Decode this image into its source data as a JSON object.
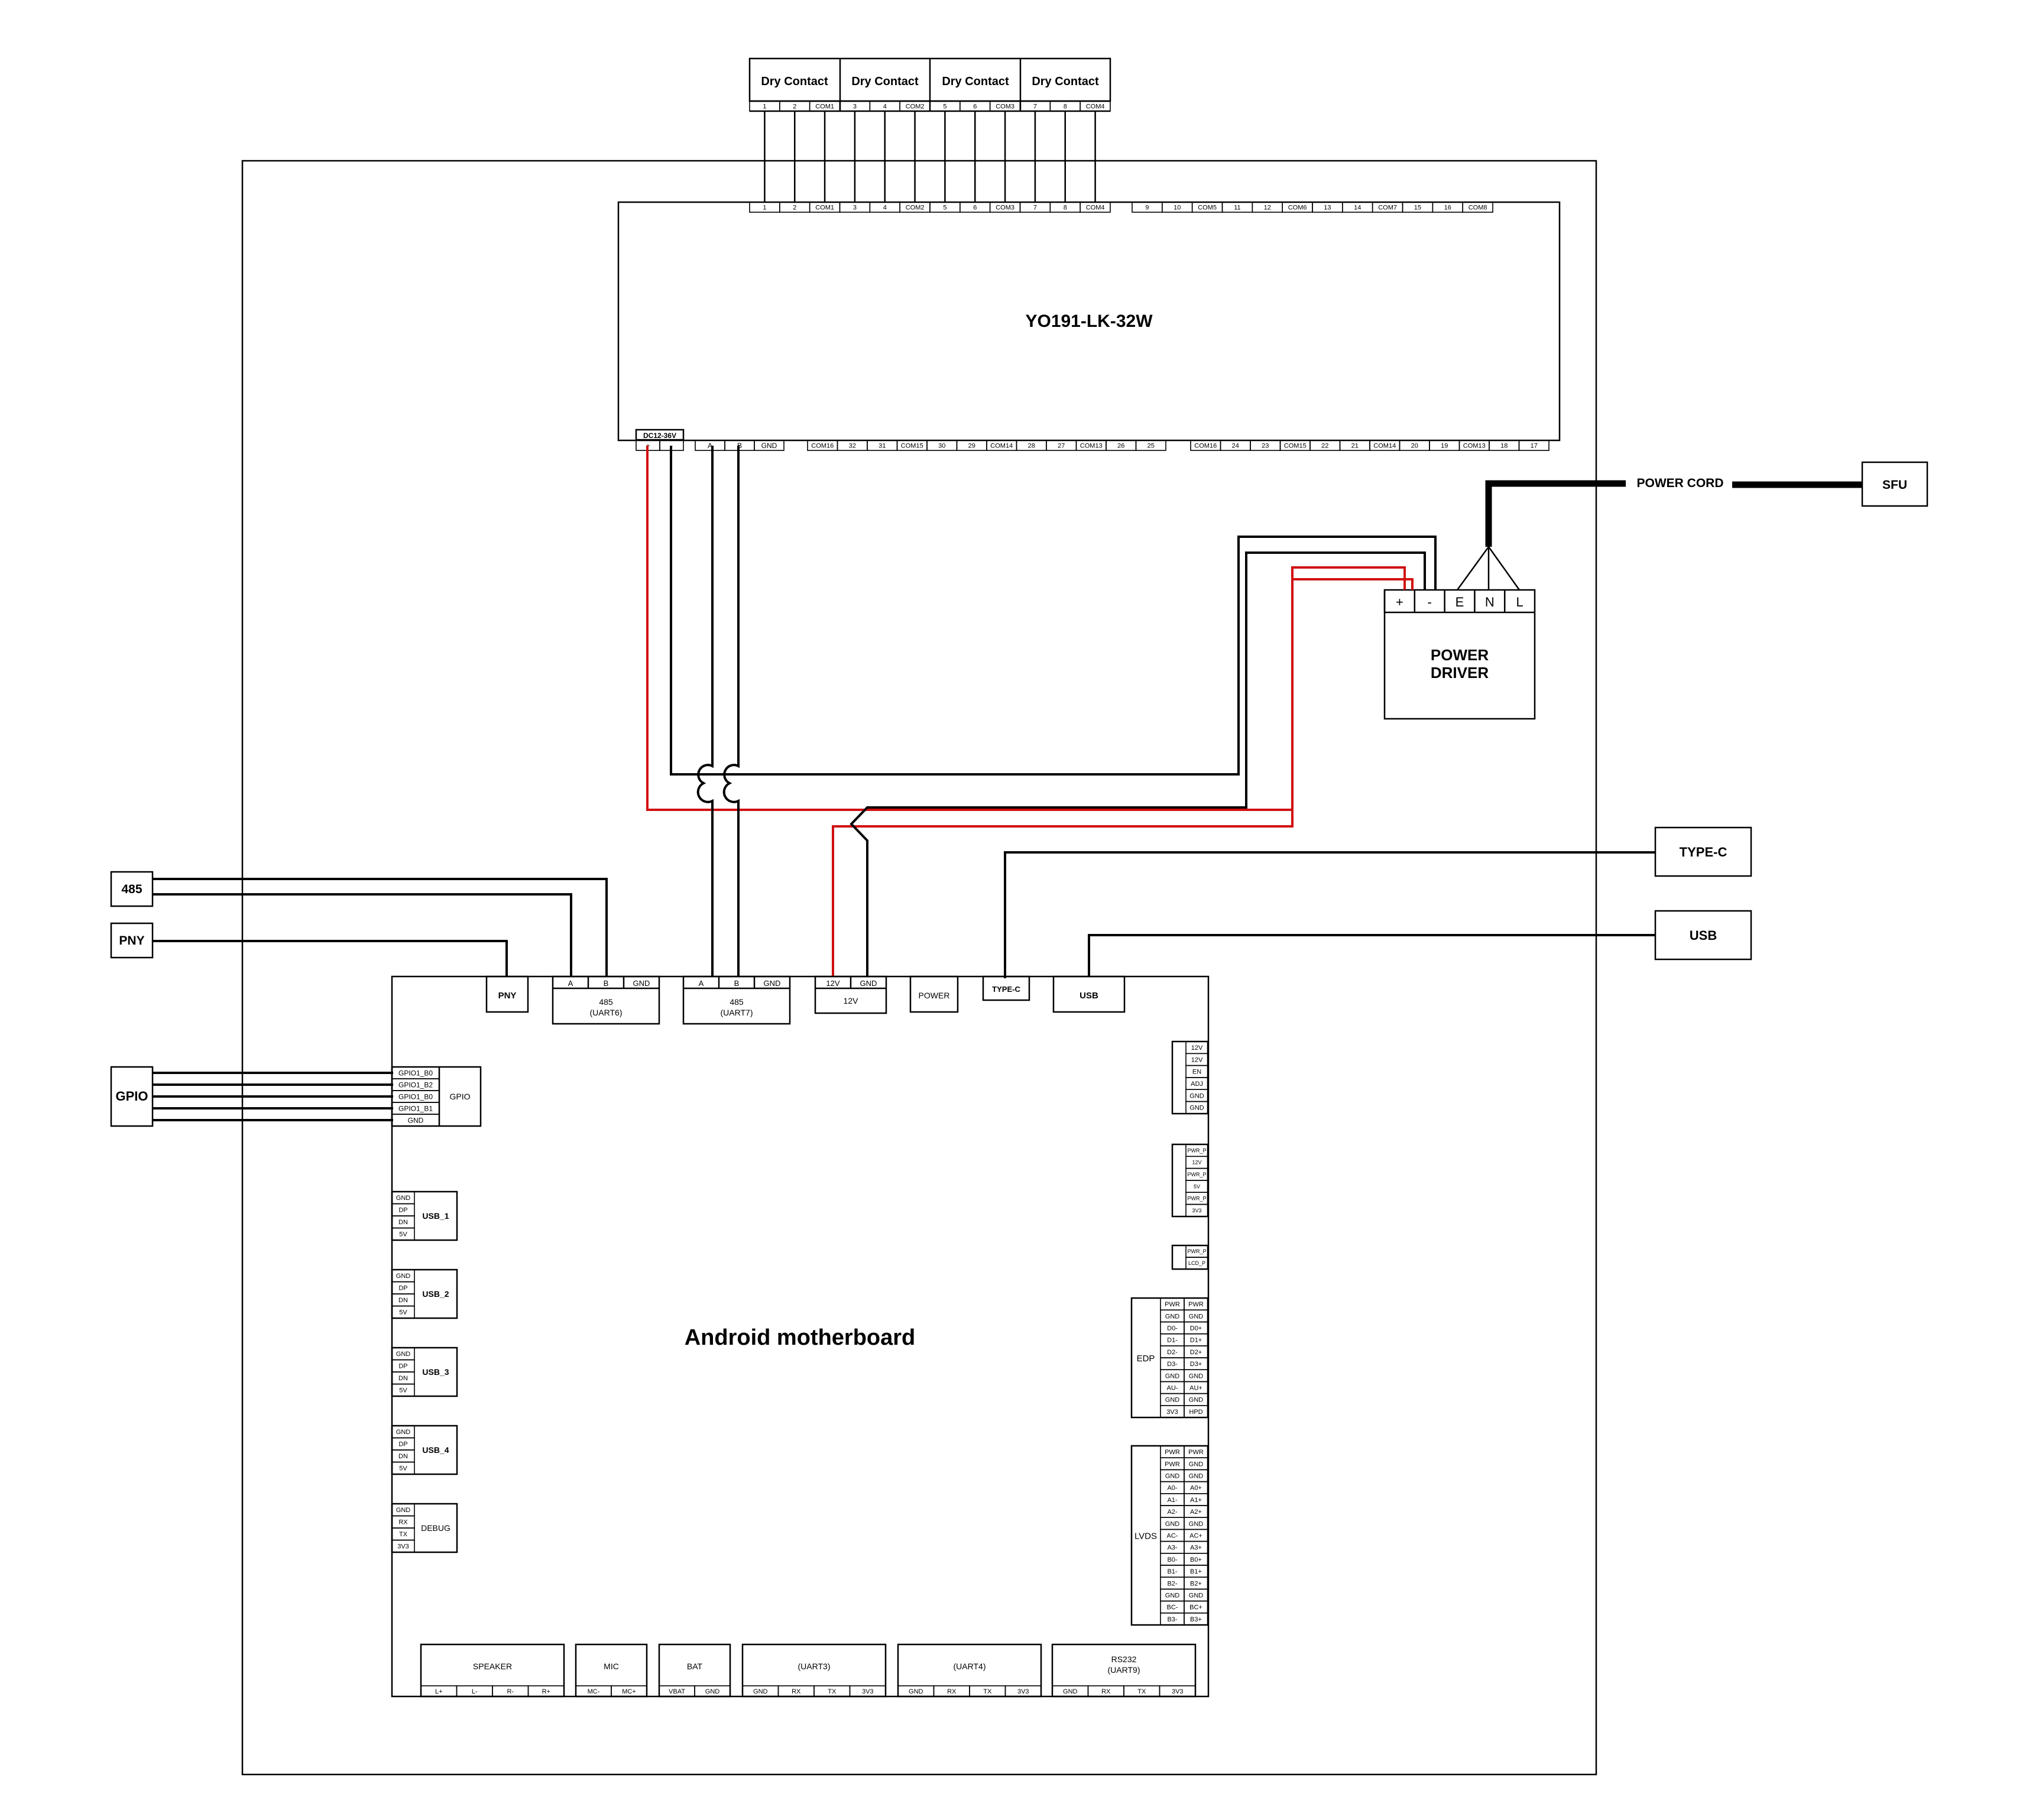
{
  "top_connector": {
    "groups": [
      "Dry Contact",
      "Dry Contact",
      "Dry Contact",
      "Dry Contact"
    ],
    "pins": [
      "1",
      "2",
      "COM1",
      "3",
      "4",
      "COM2",
      "5",
      "6",
      "COM3",
      "7",
      "8",
      "COM4"
    ]
  },
  "controller": {
    "title": "YO191-LK-32W",
    "top_pins_a": [
      "1",
      "2",
      "COM1",
      "3",
      "4",
      "COM2",
      "5",
      "6",
      "COM3",
      "7",
      "8",
      "COM4"
    ],
    "top_pins_b": [
      "9",
      "10",
      "COM5",
      "11",
      "12",
      "COM6",
      "13",
      "14",
      "COM7",
      "15",
      "16",
      "COM8"
    ],
    "dc_label": "DC12-36V",
    "bottom_pins_a": [
      "+",
      "-",
      "A",
      "B",
      "GND"
    ],
    "bottom_pins_b": [
      "COM16",
      "32",
      "31",
      "COM15",
      "30",
      "29",
      "COM14",
      "28",
      "27",
      "COM13",
      "26",
      "25"
    ],
    "bottom_pins_c": [
      "COM16",
      "24",
      "23",
      "COM15",
      "22",
      "21",
      "COM14",
      "20",
      "19",
      "COM13",
      "18",
      "17"
    ]
  },
  "power": {
    "cord_label": "POWER CORD",
    "sfu_label": "SFU",
    "driver_line1": "POWER",
    "driver_line2": "DRIVER",
    "pins": [
      "+",
      "-",
      "E",
      "N",
      "L"
    ]
  },
  "external": {
    "rs485": "485",
    "pny": "PNY",
    "gpio": "GPIO",
    "typec": "TYPE-C",
    "usb": "USB"
  },
  "mb": {
    "title": "Android motherboard",
    "pny": "PNY",
    "rs485a": {
      "pins": [
        "A",
        "B",
        "GND"
      ],
      "l1": "485",
      "l2": "(UART6)"
    },
    "rs485b": {
      "pins": [
        "A",
        "B",
        "GND"
      ],
      "l1": "485",
      "l2": "(UART7)"
    },
    "p12v": {
      "pins": [
        "12V",
        "GND"
      ],
      "label": "12V"
    },
    "power": "POWER",
    "typec": "TYPE-C",
    "usb": "USB",
    "gpio": {
      "pins": [
        "GPIO1_B0",
        "GPIO1_B2",
        "GPIO1_B0",
        "GPIO1_B1",
        "GND"
      ],
      "label": "GPIO"
    },
    "usb_ports": [
      {
        "label": "USB_1",
        "pins": [
          "GND",
          "DP",
          "DN",
          "5V"
        ]
      },
      {
        "label": "USB_2",
        "pins": [
          "GND",
          "DP",
          "DN",
          "5V"
        ]
      },
      {
        "label": "USB_3",
        "pins": [
          "GND",
          "DP",
          "DN",
          "5V"
        ]
      },
      {
        "label": "USB_4",
        "pins": [
          "GND",
          "DP",
          "DN",
          "5V"
        ]
      }
    ],
    "debug": {
      "label": "DEBUG",
      "pins": [
        "GND",
        "RX",
        "TX",
        "3V3"
      ]
    },
    "right_j1": [
      "12V",
      "12V",
      "EN",
      "ADJ",
      "GND",
      "GND"
    ],
    "right_j2": [
      "PWR_P",
      "12V",
      "PWR_P",
      "5V",
      "PWR_P",
      "3V3"
    ],
    "right_j3": [
      "PWR_P",
      "LCD_P"
    ],
    "edp": {
      "label": "EDP",
      "left": [
        "PWR",
        "GND",
        "D0-",
        "D1-",
        "D2-",
        "D3-",
        "GND",
        "AU-",
        "GND",
        "3V3"
      ],
      "right": [
        "PWR",
        "GND",
        "D0+",
        "D1+",
        "D2+",
        "D3+",
        "GND",
        "AU+",
        "GND",
        "HPD"
      ]
    },
    "lvds": {
      "label": "LVDS",
      "left": [
        "PWR",
        "PWR",
        "GND",
        "A0-",
        "A1-",
        "A2-",
        "GND",
        "AC-",
        "A3-",
        "B0-",
        "B1-",
        "B2-",
        "GND",
        "BC-",
        "B3-"
      ],
      "right": [
        "PWR",
        "GND",
        "GND",
        "A0+",
        "A1+",
        "A2+",
        "GND",
        "AC+",
        "A3+",
        "B0+",
        "B1+",
        "B2+",
        "GND",
        "BC+",
        "B3+"
      ]
    },
    "bottom": [
      {
        "label": "SPEAKER",
        "label2": "",
        "pins": [
          "L+",
          "L-",
          "R-",
          "R+"
        ]
      },
      {
        "label": "MIC",
        "label2": "",
        "pins": [
          "MC-",
          "MC+"
        ]
      },
      {
        "label": "BAT",
        "label2": "",
        "pins": [
          "VBAT",
          "GND"
        ]
      },
      {
        "label": "(UART3)",
        "label2": "",
        "pins": [
          "GND",
          "RX",
          "TX",
          "3V3"
        ]
      },
      {
        "label": "(UART4)",
        "label2": "",
        "pins": [
          "GND",
          "RX",
          "TX",
          "3V3"
        ]
      },
      {
        "label": "RS232",
        "label2": "(UART9)",
        "pins": [
          "GND",
          "RX",
          "TX",
          "3V3"
        ]
      }
    ]
  },
  "colors": {
    "red_wire": "#d01010",
    "line": "#000000"
  }
}
